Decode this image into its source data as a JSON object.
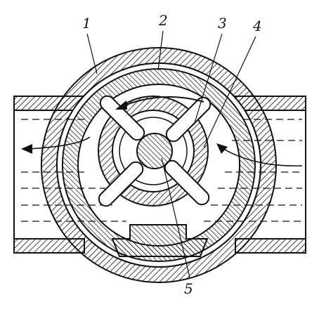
{
  "diagram": {
    "labels": [
      {
        "id": "label-1",
        "text": "1"
      },
      {
        "id": "label-2",
        "text": "2"
      },
      {
        "id": "label-3",
        "text": "3"
      },
      {
        "id": "label-4",
        "text": "4"
      },
      {
        "id": "label-5",
        "text": "5"
      }
    ],
    "colors": {
      "ink": "#111111",
      "paper": "#ffffff"
    }
  }
}
